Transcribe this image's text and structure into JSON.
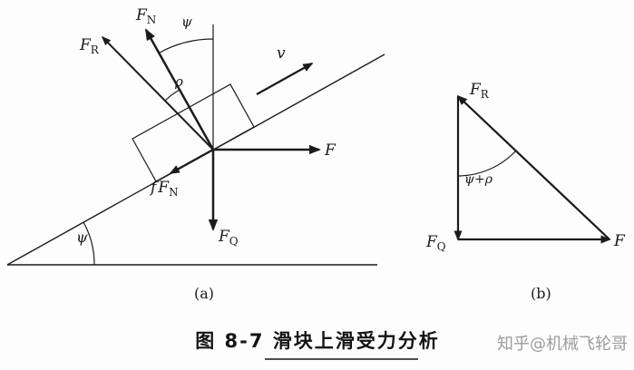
{
  "caption": {
    "text": "图 8-7  滑块上滑受力分析"
  },
  "watermark": {
    "text": "知乎@机械飞轮哥"
  },
  "panel_a": {
    "tag": "(a)",
    "fn": {
      "main": "F",
      "sub": "N"
    },
    "fr": {
      "main": "F",
      "sub": "R"
    },
    "fq": {
      "main": "F",
      "sub": "Q"
    },
    "ffn": {
      "prefix": "f",
      "main": "F",
      "sub": "N"
    },
    "f": "F",
    "v": "v",
    "psi_top": "ψ",
    "rho": "ρ",
    "psi_base": "ψ"
  },
  "panel_b": {
    "tag": "(b)",
    "fr": {
      "main": "F",
      "sub": "R"
    },
    "fq": {
      "main": "F",
      "sub": "Q"
    },
    "f": "F",
    "angle": "ψ+ρ"
  },
  "colors": {
    "ink": "#1b1b1b",
    "paper": "#fdfdfd",
    "watermark": "#9c9c9c"
  }
}
